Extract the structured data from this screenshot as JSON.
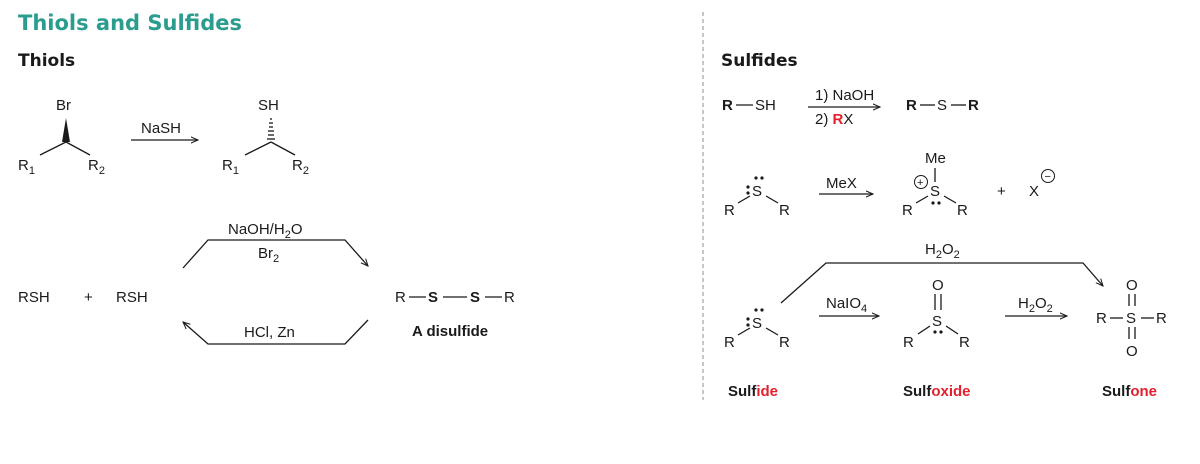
{
  "title": "Thiols and Sulfides",
  "colors": {
    "teal": "#2a9d8f",
    "red": "#e4202f",
    "cyan": "#1fa6c5",
    "gray": "#8c8c8c",
    "ink": "#1a1a1a"
  },
  "thiols": {
    "heading": "Thiols",
    "reaction1": {
      "sub_atom": "Br",
      "r1": "R",
      "r1_sub": "1",
      "r2": "R",
      "r2_sub": "2",
      "reagent": "NaSH",
      "prod_atom": "SH"
    },
    "oxidation": {
      "left_a": "RSH",
      "plus": "+",
      "left_b": "RSH",
      "reagent_top_1": "NaOH/H",
      "reagent_top_1_sub": "2",
      "reagent_top_1_end": "O",
      "reagent_top_2": "Br",
      "reagent_top_2_sub": "2",
      "reagent_bottom": "HCl, Zn",
      "prod_r1": "R",
      "prod_s1": "S",
      "prod_s2": "S",
      "prod_r2": "R",
      "caption": "A disulfide"
    }
  },
  "sulfides": {
    "heading": "Sulfides",
    "synthesis": {
      "r": "R",
      "sh": "SH",
      "reagent_1": "1) NaOH",
      "reagent_2a": "2) ",
      "reagent_2b": "R",
      "reagent_2c": "X",
      "prod_r1": "R",
      "prod_s": "S",
      "prod_r2": "R"
    },
    "alkylation": {
      "s": "S",
      "r": "R",
      "reagent": "MeX",
      "me": "Me",
      "plus": "+",
      "x": "X",
      "charge_pos": "+",
      "charge_neg": "−"
    },
    "oxidation": {
      "s": "S",
      "r": "R",
      "o": "O",
      "reagent_1a": "NaIO",
      "reagent_1b": "4",
      "reagent_2a": "H",
      "reagent_2b": "2",
      "reagent_2c": "O",
      "reagent_2d": "2",
      "reagent_3a": "H",
      "reagent_3b": "2",
      "reagent_3c": "O",
      "reagent_3d": "2"
    },
    "labels": [
      {
        "base": "Sulf",
        "suffix": "ide"
      },
      {
        "base": "Sulf",
        "suffix": "oxide"
      },
      {
        "base": "Sulf",
        "suffix": "one"
      }
    ]
  }
}
